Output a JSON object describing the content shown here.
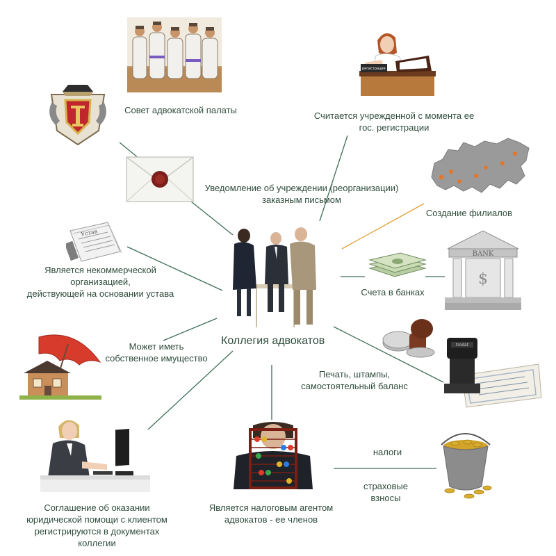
{
  "center": {
    "title": "Коллегия адвокатов"
  },
  "labels": {
    "council": "Совет адвокатской палаты",
    "registration_1": "Считается учрежденной с момента ее",
    "registration_2": "гос. регистрации",
    "notice_1": "Уведомление об учреждении (реорганизации)",
    "notice_2": "заказным письмом",
    "branches": "Создание филиалов",
    "noncommercial_1": "Является некоммерческой",
    "noncommercial_2": "организацией,",
    "noncommercial_3": "действующей на основании устава",
    "bank_accounts": "Счета  в банках",
    "property_1": "Может иметь",
    "property_2": "собственное имущество",
    "seal_1": "Печать, штампы,",
    "seal_2": "самостоятельный баланс",
    "agreement_1": "Соглашение об оказании",
    "agreement_2": "юридической помощи с клиентом",
    "agreement_3": "регистрируются в документах",
    "agreement_4": "коллегии",
    "tax_agent_1": "Является налоговым агентом",
    "tax_agent_2": "адвокатов - ее членов",
    "taxes": "налоги",
    "insurance_1": "страховые",
    "insurance_2": "взносы"
  },
  "icons": {
    "council_people": "senators-icon",
    "coat_of_arms": "coat-of-arms-icon",
    "receptionist": "receptionist-icon",
    "envelope": "sealed-envelope-icon",
    "map": "russia-map-icon",
    "charter": "charter-document-icon",
    "business_people": "business-people-icon",
    "bank": "bank-building-icon",
    "money": "money-stack-icon",
    "stamp": "wax-stamp-icon",
    "self_inking_stamp": "self-inking-stamp-icon",
    "umbrella_house": "umbrella-house-icon",
    "office_worker": "office-worker-icon",
    "abacus_man": "abacus-icon",
    "coin_bucket": "coin-bucket-icon"
  },
  "bank_sign": "BANK",
  "colors": {
    "line": "#3c6e55",
    "accent_line": "#e0a030",
    "text": "#2e4b3b"
  }
}
